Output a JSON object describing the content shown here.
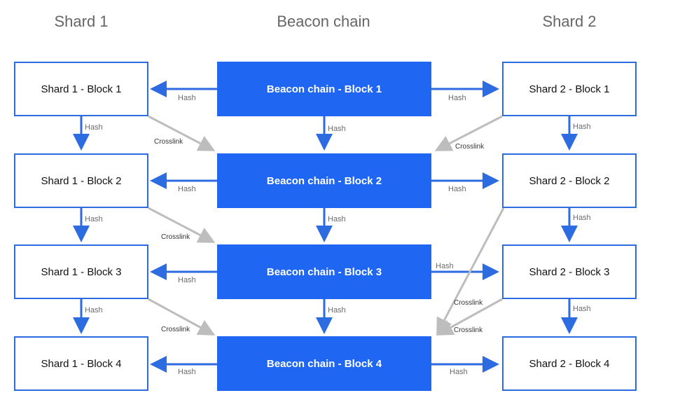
{
  "columns": {
    "left": "Shard 1",
    "center": "Beacon chain",
    "right": "Shard 2"
  },
  "shard1": [
    "Shard 1 - Block 1",
    "Shard 1 - Block 2",
    "Shard 1 - Block 3",
    "Shard 1 - Block 4"
  ],
  "beacon": [
    "Beacon chain - Block 1",
    "Beacon chain - Block 2",
    "Beacon chain - Block 3",
    "Beacon chain - Block 4"
  ],
  "shard2": [
    "Shard 2 - Block 1",
    "Shard 2 - Block 2",
    "Shard 2 - Block 3",
    "Shard 2 - Block 4"
  ],
  "labels": {
    "hash": "Hash",
    "crosslink": "Crosslink"
  },
  "colors": {
    "beacon": "#1f66f2",
    "edge_blue": "#2d6be0",
    "edge_gray": "#bdbdbd"
  }
}
